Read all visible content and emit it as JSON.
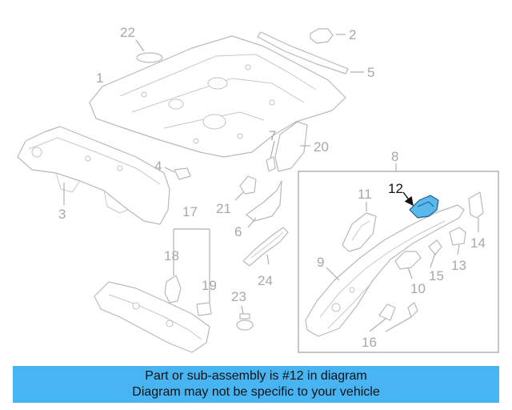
{
  "diagram": {
    "callouts": [
      "22",
      "2",
      "1",
      "5",
      "7",
      "20",
      "4",
      "8",
      "12",
      "11",
      "3",
      "21",
      "17",
      "6",
      "14",
      "9",
      "13",
      "15",
      "18",
      "24",
      "10",
      "19",
      "23",
      "16"
    ],
    "highlighted_part": "12"
  },
  "footer": {
    "line1": "Part or sub-assembly is #12 in diagram",
    "line2": "Diagram may not be specific to your vehicle"
  },
  "colors": {
    "banner": "#48b4f2",
    "highlight": "#5ab8ec",
    "line_art": "#b9b9b9"
  }
}
